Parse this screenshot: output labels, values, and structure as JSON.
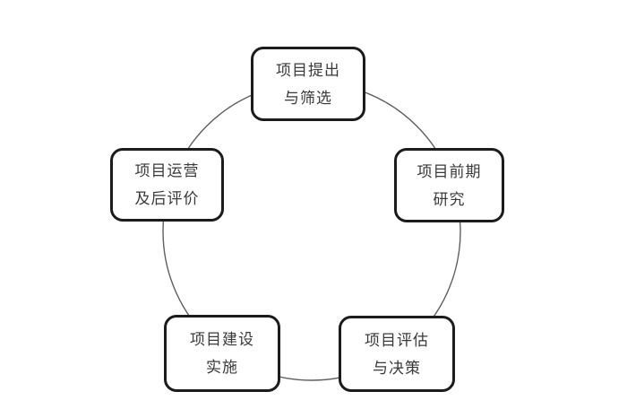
{
  "diagram": {
    "type": "circular-process-cycle",
    "background_color": "#ffffff",
    "circle_color": "#5f5f5f",
    "box_border_color": "#1c1c1c",
    "box_fill_color": "#ffffff",
    "text_color": "#3a3a3a",
    "nodes": [
      {
        "id": "project-proposal-screening",
        "position": "top",
        "line1": "项目提出",
        "line2": "与筛选"
      },
      {
        "id": "project-preliminary-research",
        "position": "right",
        "line1": "项目前期",
        "line2": "研究"
      },
      {
        "id": "project-evaluation-decision",
        "position": "bottom-right",
        "line1": "项目评估",
        "line2": "与决策"
      },
      {
        "id": "project-construction",
        "position": "bottom-left",
        "line1": "项目建设",
        "line2": "实施"
      },
      {
        "id": "project-operation-post-eval",
        "position": "left",
        "line1": "项目运营",
        "line2": "及后评价"
      }
    ]
  }
}
